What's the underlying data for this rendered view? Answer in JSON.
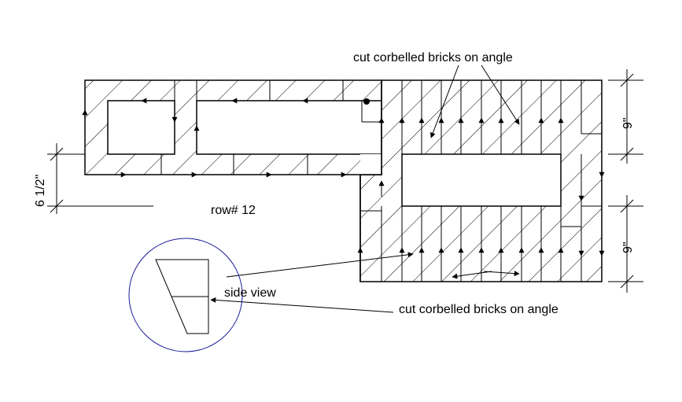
{
  "labels": {
    "cut_bricks_top": "cut corbelled bricks on angle",
    "cut_bricks_bottom": "cut corbelled bricks on angle",
    "row": "row# 12",
    "side_view": "side view",
    "dim_left": "6 1/2\"",
    "dim_right_top": "9\"",
    "dim_right_bottom": "9\""
  },
  "colors": {
    "line": "#000000",
    "circle": "#1a1a99",
    "background": "#ffffff"
  }
}
